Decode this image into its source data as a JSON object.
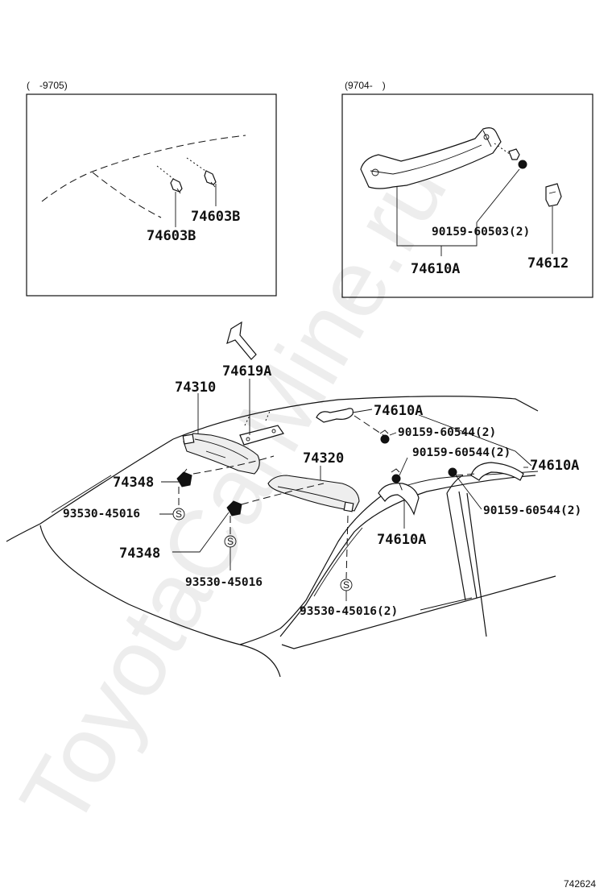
{
  "watermark": "ToyotaCarMine.ru",
  "diagram_ref": "742624",
  "inset_left": {
    "caption": "(　-9705)",
    "labels": [
      "74603B",
      "74603B"
    ]
  },
  "inset_right": {
    "caption": "(9704-　)",
    "labels": [
      "90159-60503(2)",
      "74610A",
      "74612"
    ]
  },
  "main": {
    "labels": {
      "p74619A": "74619A",
      "p74310": "74310",
      "p74610A_top": "74610A",
      "p90159_a": "90159-60544(2)",
      "p90159_b": "90159-60544(2)",
      "p74610A_right": "74610A",
      "p74320": "74320",
      "p74348_a": "74348",
      "p93530_a": "93530-45016",
      "p90159_c": "90159-60544(2)",
      "p74610A_mid": "74610A",
      "p74348_b": "74348",
      "p93530_b": "93530-45016",
      "p93530_c": "93530-45016(2)"
    },
    "s_symbol": "S"
  }
}
